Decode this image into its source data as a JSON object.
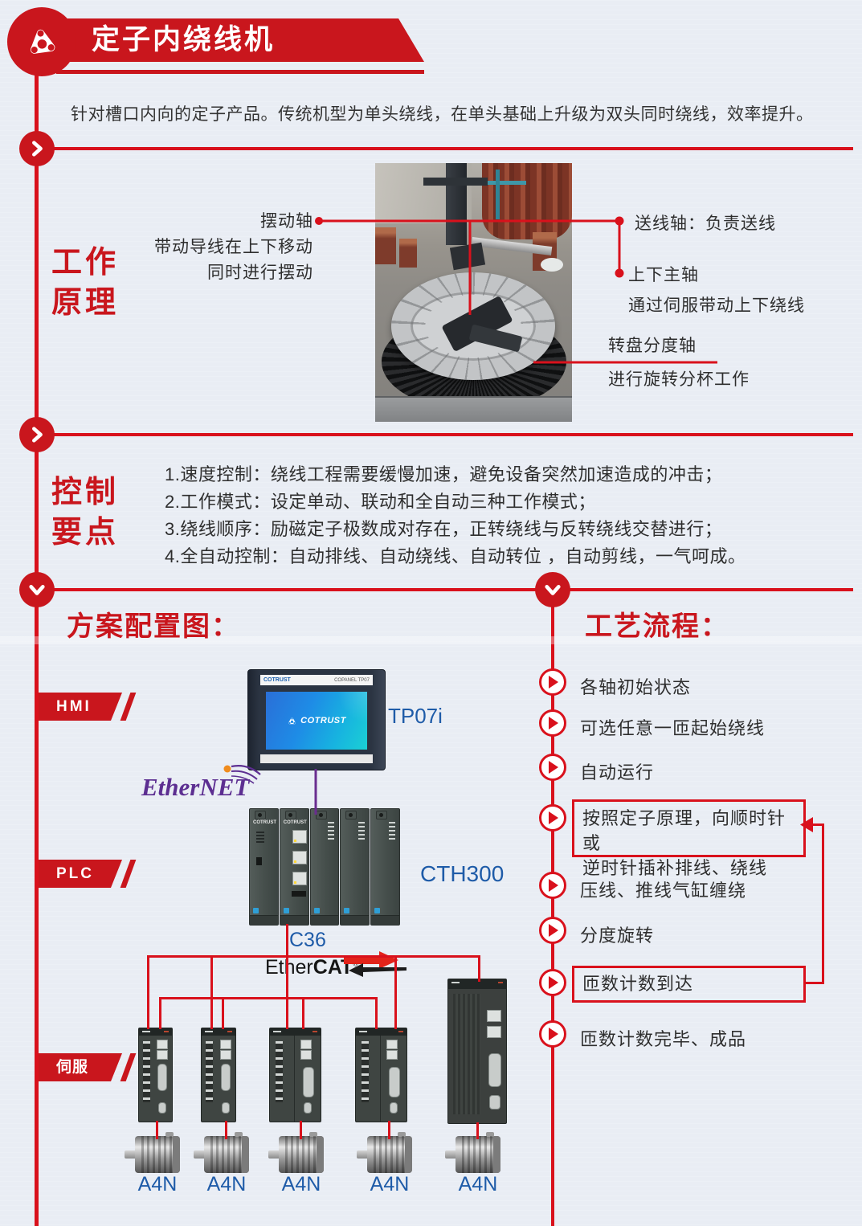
{
  "header": {
    "title": "定子内绕线机"
  },
  "intro": "针对槽口内向的定子产品。传统机型为单头绕线，在单头基础上升级为双头同时绕线，效率提升。",
  "working": {
    "title": "工作\n原理",
    "swing_label": "摆动轴",
    "swing_desc1": "带动导线在上下移动",
    "swing_desc2": "同时进行摆动",
    "feed_label": "送线轴：负责送线",
    "spindle_label": "上下主轴",
    "spindle_desc": "通过伺服带动上下绕线",
    "index_label": "转盘分度轴",
    "index_desc": "进行旋转分杯工作"
  },
  "control": {
    "title": "控制\n要点",
    "items": [
      "1.速度控制：绕线工程需要缓慢加速，避免设备突然加速造成的冲击；",
      "2.工作模式：设定单动、联动和全自动三种工作模式；",
      "3.绕线顺序：励磁定子极数成对存在，正转绕线与反转绕线交替进行；",
      "4.全自动控制：自动排线、自动绕线、自动转位 ，自动剪线，一气呵成。"
    ]
  },
  "solution": {
    "title": "方案配置图：",
    "layers": [
      {
        "label": "HMI"
      },
      {
        "label": "PLC"
      },
      {
        "label": "伺服"
      }
    ],
    "hmi": {
      "bezel_left": "COTRUST",
      "bezel_right": "COPANEL TP07",
      "screen_logo": "COTRUST",
      "model_label": "TP07i"
    },
    "network_upper": "EtherNET",
    "ethercat": {
      "ether": "Ether",
      "cat": "CAT",
      "reg": "®"
    },
    "plc": {
      "brand": "COTRUST",
      "model_label": "CTH300",
      "cpu_label": "C36"
    },
    "servos": [
      {
        "model": "A4N"
      },
      {
        "model": "A4N"
      },
      {
        "model": "A4N"
      },
      {
        "model": "A4N"
      },
      {
        "model": "A4N"
      }
    ]
  },
  "process": {
    "title": "工艺流程：",
    "steps": [
      {
        "label": "各轴初始状态"
      },
      {
        "label": "可选任意一匝起始绕线"
      },
      {
        "label": "自动运行"
      },
      {
        "label": "按照定子原理，向顺时针或\n逆时针插补排线、绕线"
      },
      {
        "label": "压线、推线气缸缠绕"
      },
      {
        "label": "分度旋转"
      },
      {
        "label": "匝数计数到达"
      },
      {
        "label": "匝数计数完毕、成品"
      }
    ]
  },
  "colors": {
    "accent": "#c9161d",
    "line": "#d9111c",
    "blue": "#1e5ba8",
    "purple": "#5c2e91"
  }
}
